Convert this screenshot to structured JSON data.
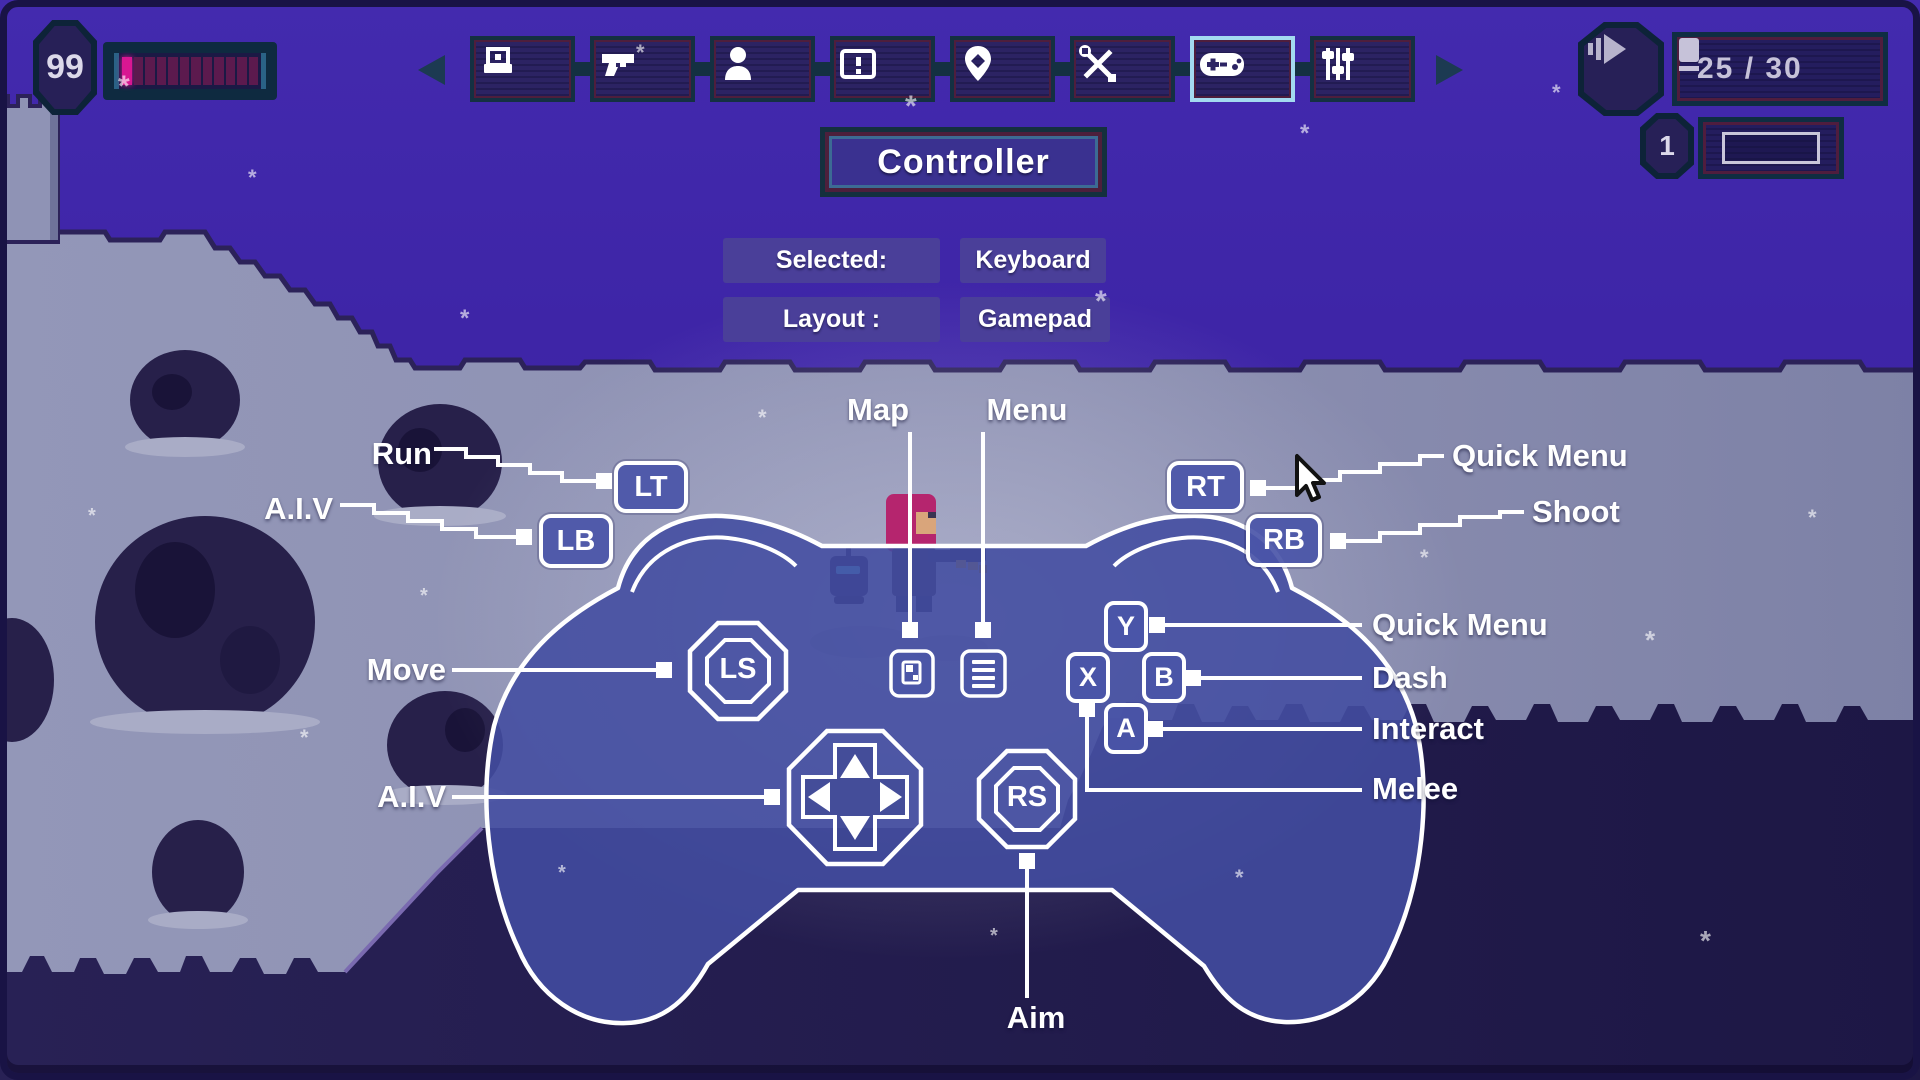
{
  "hud": {
    "health": {
      "value": "99",
      "segments_total": 12,
      "segments_filled": 1
    },
    "tabs": [
      {
        "id": "inventory"
      },
      {
        "id": "weapons"
      },
      {
        "id": "character"
      },
      {
        "id": "alerts"
      },
      {
        "id": "map"
      },
      {
        "id": "tools"
      },
      {
        "id": "controller"
      },
      {
        "id": "settings"
      }
    ],
    "selected_tab_index": 6,
    "ammo_counter": "25 / 30",
    "item_slot_count": "1"
  },
  "page": {
    "title": "Controller"
  },
  "options": {
    "selected_label": "Selected:",
    "selected_value": "Keyboard",
    "layout_label": "Layout :",
    "layout_value": "Gamepad"
  },
  "controller": {
    "buttons": {
      "lt": "LT",
      "lb": "LB",
      "rt": "RT",
      "rb": "RB",
      "ls": "LS",
      "rs": "RS",
      "y": "Y",
      "x": "X",
      "b": "B",
      "a": "A"
    },
    "labels": {
      "run": "Run",
      "aiv_bumper": "A.I.V",
      "map": "Map",
      "menu": "Menu",
      "quick_menu_trigger": "Quick Menu",
      "shoot": "Shoot",
      "move": "Move",
      "aiv_dpad": "A.I.V",
      "quick_menu_face": "Quick Menu",
      "dash": "Dash",
      "interact": "Interact",
      "melee": "Melee",
      "aim": "Aim"
    }
  },
  "colors": {
    "selected_tab_border": "#a3daf0",
    "health_fill": "#d81792",
    "hud_panel": "#241d5e",
    "controller_body": "#4a54a4",
    "sky": "#3e25a7",
    "slope": "#8d90b2"
  }
}
